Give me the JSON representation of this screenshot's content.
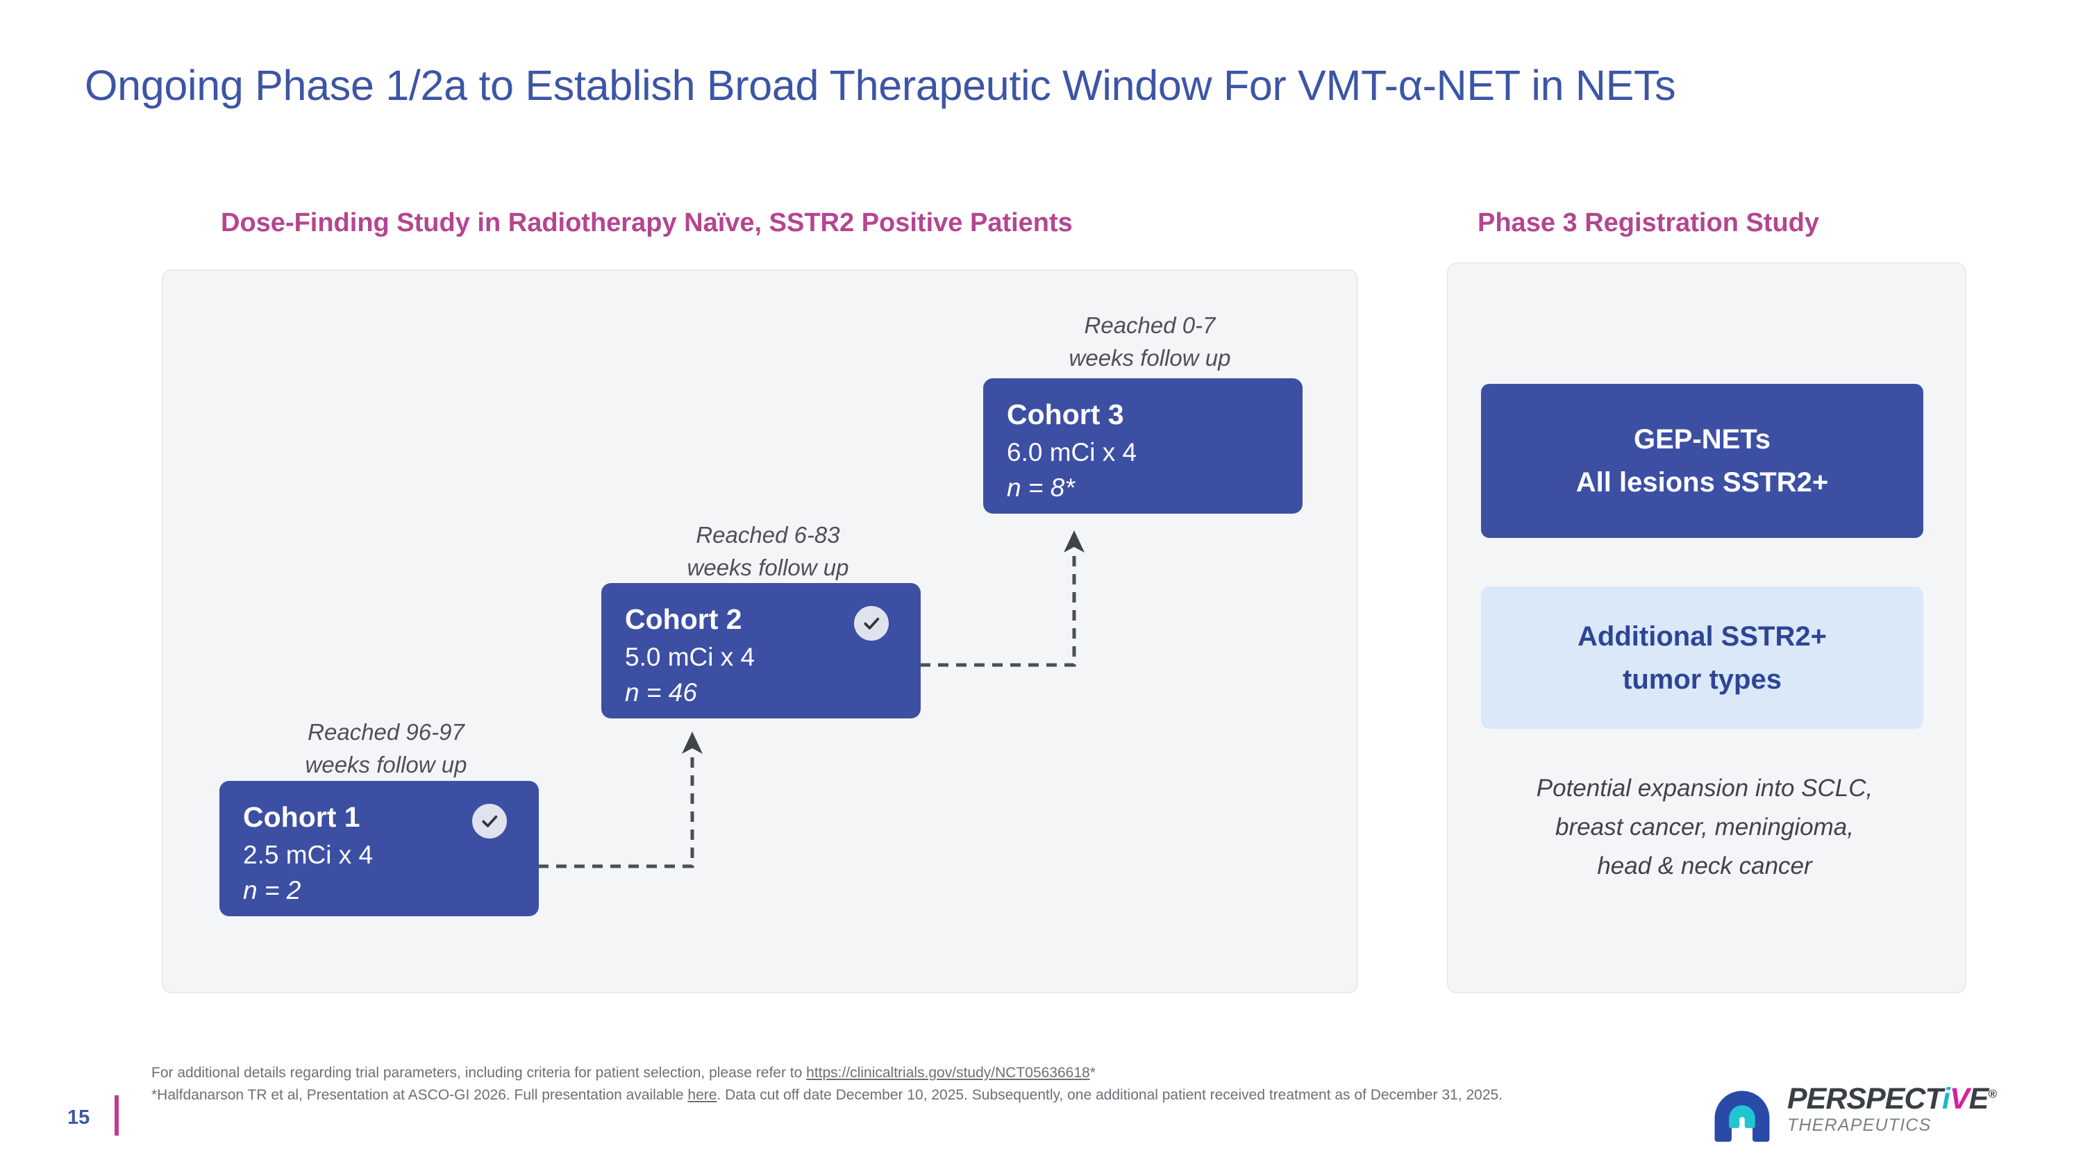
{
  "slide": {
    "title": "Ongoing Phase 1/2a to Establish Broad Therapeutic Window For VMT-α-NET in NETs",
    "page_number": "15"
  },
  "left_panel": {
    "heading": "Dose-Finding Study in Radiotherapy Naïve, SSTR2 Positive Patients",
    "cohorts": [
      {
        "followup": "Reached 96-97\nweeks follow up",
        "title": "Cohort 1",
        "dose": "2.5 mCi x 4",
        "n": "n = 2",
        "completed": true
      },
      {
        "followup": "Reached 6-83\nweeks follow up",
        "title": "Cohort 2",
        "dose": "5.0 mCi x 4",
        "n": "n = 46",
        "completed": true
      },
      {
        "followup": "Reached 0-7\nweeks follow up",
        "title": "Cohort 3",
        "dose": "6.0 mCi x 4",
        "n": "n = 8*",
        "completed": false
      }
    ]
  },
  "right_panel": {
    "heading": "Phase 3 Registration Study",
    "primary_box": {
      "line1": "GEP-NETs",
      "line2": "All lesions SSTR2+"
    },
    "secondary_box": {
      "line1": "Additional SSTR2+",
      "line2": "tumor types"
    },
    "note": "Potential expansion into SCLC,\nbreast cancer, meningioma,\nhead & neck cancer"
  },
  "footer": {
    "line1_prefix": "For additional details regarding trial parameters, including criteria for patient selection, please refer to ",
    "line1_link": "https://clinicaltrials.gov/study/NCT05636618",
    "line1_suffix": "*",
    "line2_prefix": "*Halfdanarson TR et al, Presentation at ASCO-GI 2026. Full presentation available ",
    "line2_link": "here",
    "line2_suffix": ". Data cut off date December 10, 2025. Subsequently, one additional patient received treatment as of December 31, 2025."
  },
  "logo": {
    "word_part1": "PERSPECT",
    "word_i": "i",
    "word_v": "V",
    "word_part2": "E",
    "registered": "®",
    "subtitle": "THERAPEUTICS"
  },
  "colors": {
    "title_blue": "#3c55a5",
    "heading_magenta": "#b5458f",
    "box_blue": "#3c4fa3",
    "box_light_blue": "#dae8f8",
    "panel_gray": "#f4f5f7",
    "divider_pink": "#c23b8f"
  }
}
